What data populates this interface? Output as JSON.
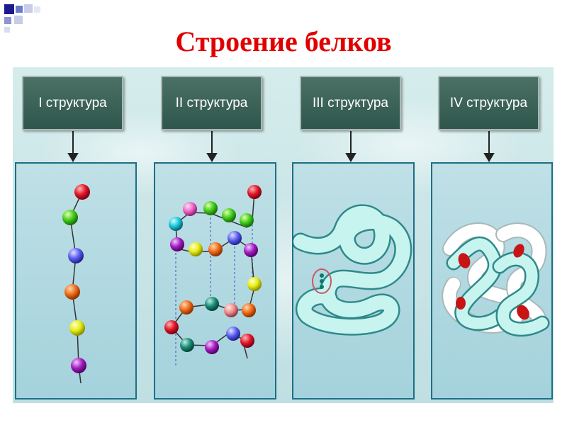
{
  "slide": {
    "title": "Строение белков"
  },
  "structures": [
    {
      "label": "I структура"
    },
    {
      "label": "II структура"
    },
    {
      "label": "III структура"
    },
    {
      "label": "IV структура"
    }
  ],
  "colors": {
    "title": "#e00000",
    "label_box": "#3a6158",
    "panel": "#b6dce2",
    "protein_chain": "#bff0ee",
    "subunit_white": "#ffffff",
    "heme": "#c81414"
  }
}
